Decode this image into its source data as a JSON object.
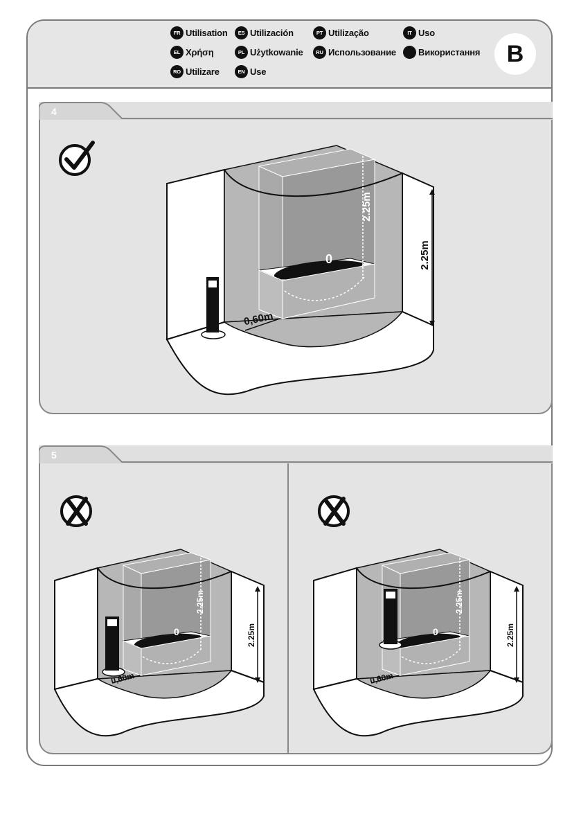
{
  "badge": "B",
  "languages": [
    {
      "code": "FR",
      "label": "Utilisation"
    },
    {
      "code": "ES",
      "label": "Utilización"
    },
    {
      "code": "PT",
      "label": "Utilização"
    },
    {
      "code": "IT",
      "label": "Uso"
    },
    {
      "code": "EL",
      "label": "Χρήση"
    },
    {
      "code": "PL",
      "label": "Użytkowanie"
    },
    {
      "code": "RU",
      "label": "Использование"
    },
    {
      "code": "",
      "label": "Використання"
    },
    {
      "code": "RO",
      "label": "Utilizare"
    },
    {
      "code": "EN",
      "label": "Use"
    }
  ],
  "step4": {
    "number": "4",
    "status": "correct",
    "height_right": "2.25m",
    "height_inner": "2.25m",
    "distance": "0,60m",
    "zone": "0"
  },
  "step5": {
    "number": "5",
    "left": {
      "status": "incorrect",
      "height_right": "2.25m",
      "height_inner": "2.25m",
      "distance": "0,60m",
      "zone": "0"
    },
    "right": {
      "status": "incorrect",
      "height_right": "2.25m",
      "height_inner": "2.25m",
      "distance": "0,60m",
      "zone": "0"
    }
  },
  "colors": {
    "dark": "#111111",
    "zone_light": "#c8c8c8",
    "zone_mid": "#b0b0b0",
    "zone_dark": "#9a9a9a",
    "border": "#7a7a7a"
  }
}
